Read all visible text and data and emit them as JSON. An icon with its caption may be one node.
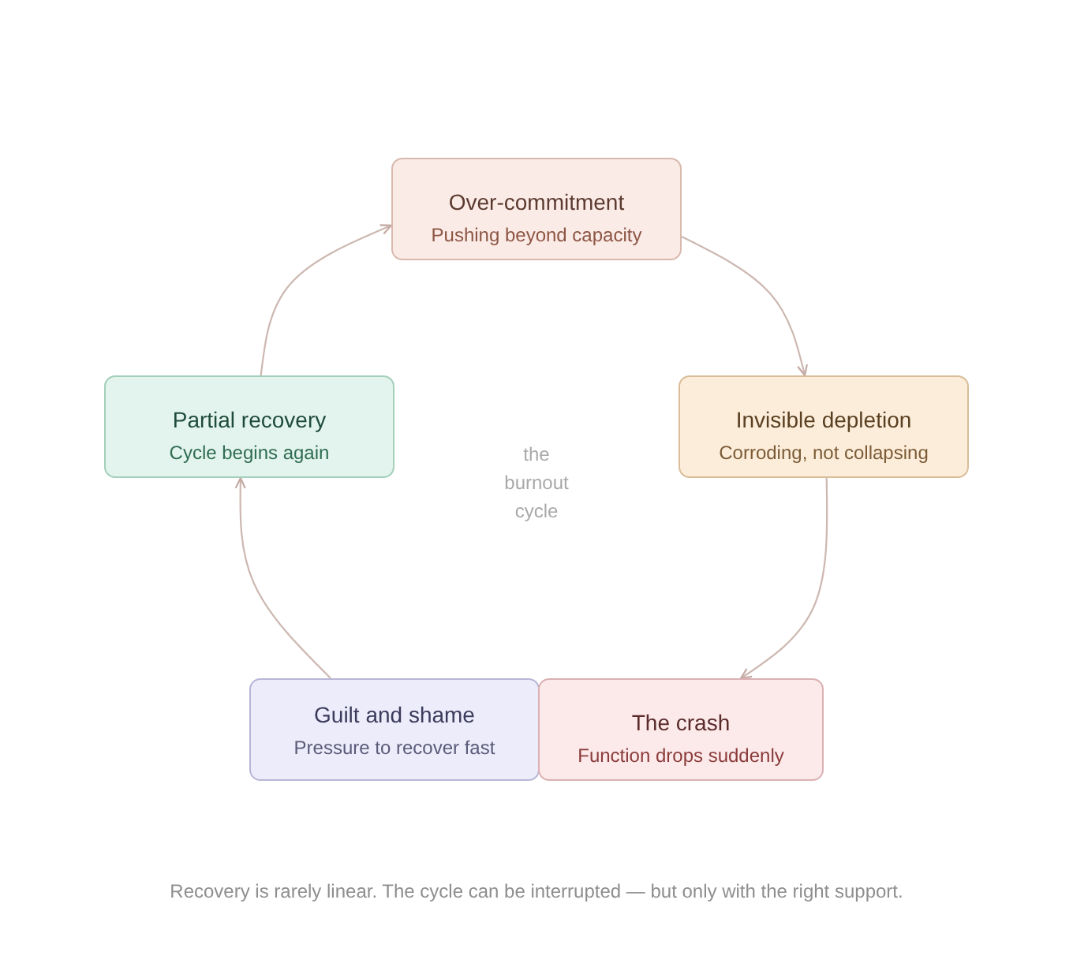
{
  "diagram": {
    "caption": "Recovery is rarely linear. The cycle can be interrupted — but only with the right support.",
    "nodes": [
      {
        "text": [
          "Over-commitment",
          "Pushing beyond capacity"
        ]
      },
      {
        "text": [
          "Partial recovery",
          "Cycle begins again"
        ]
      },
      {
        "text": [
          "Invisible depletion",
          "Corroding, not collapsing"
        ]
      },
      {
        "text": [
          "Guilt and shame",
          "Pressure to recover fast"
        ]
      },
      {
        "text": [
          "The crash",
          "Function drops suddenly"
        ]
      }
    ],
    "edges": [
      {
        "from": 0,
        "to": 2,
        "arrow": "to"
      },
      {
        "from": 2,
        "to": 4,
        "arrow": "to"
      },
      {
        "from": 3,
        "to": 1,
        "arrow": "to"
      },
      {
        "from": 1,
        "to": 0,
        "arrow": "to"
      }
    ],
    "labels": [
      "the burnout cycle"
    ]
  }
}
